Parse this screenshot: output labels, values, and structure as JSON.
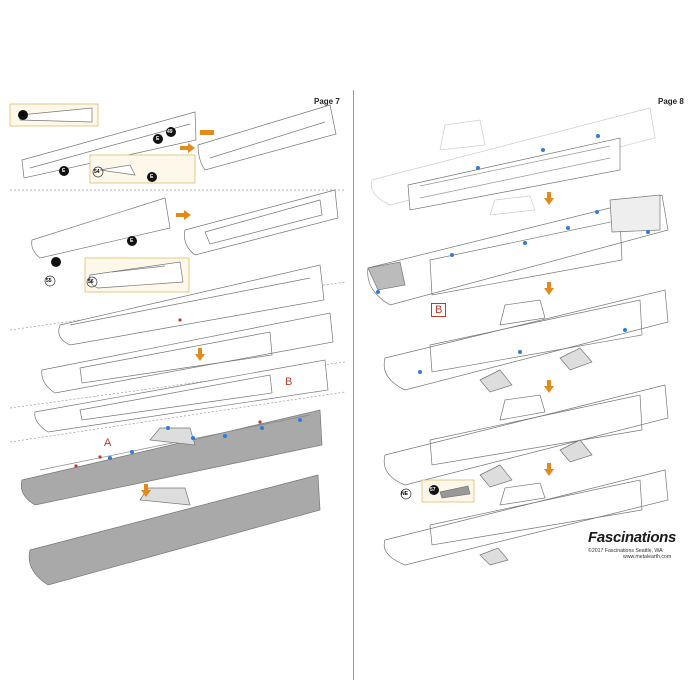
{
  "pages": {
    "left": {
      "label": "Page 7",
      "steps": [
        "53",
        "E",
        "49",
        "54",
        "E",
        "E",
        "E",
        "55",
        "56",
        "B",
        "A"
      ]
    },
    "right": {
      "label": "Page 8",
      "steps": [
        "B",
        "NE",
        "57"
      ]
    }
  },
  "branding": {
    "logo": "Fascinations",
    "copyright": "©2017 Fascinations Seattle, WA",
    "url": "www.metalearth.com"
  },
  "colors": {
    "arrow": "#e38a1c",
    "marker_red": "#c0392b",
    "dot_blue": "#2a7fd6",
    "hull_gray": "#a9a9a9",
    "callout_box": "#d9b45a"
  }
}
